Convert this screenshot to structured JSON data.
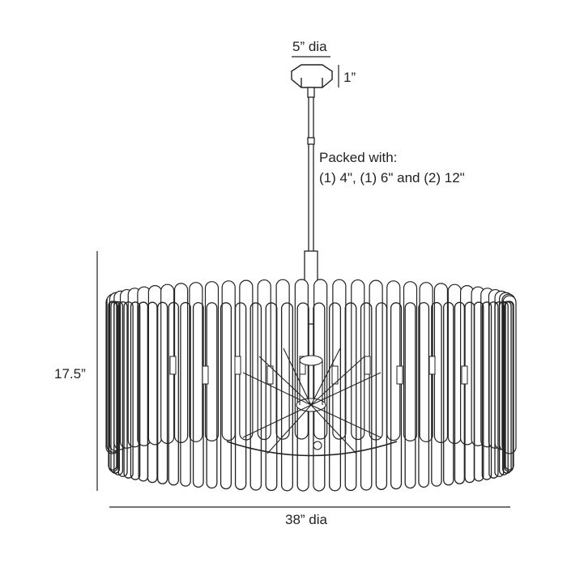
{
  "dimensions": {
    "canopy_diameter": "5” dia",
    "canopy_height": "1”",
    "overall_height": "17.5”",
    "overall_diameter": "38” dia"
  },
  "notes": {
    "packed_line1": "Packed with:",
    "packed_line2": "(1) 4\", (1) 6\" and (2) 12\""
  },
  "colors": {
    "line": "#222222",
    "background": "#ffffff"
  }
}
